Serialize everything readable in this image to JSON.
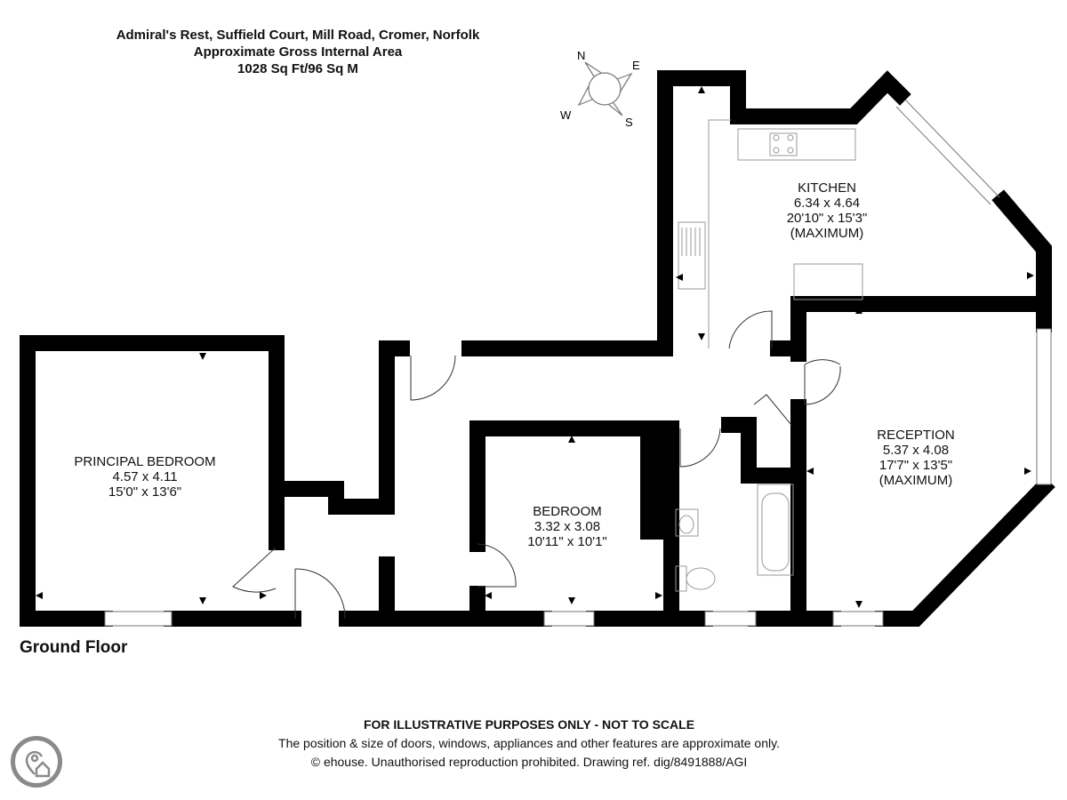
{
  "header": {
    "address": "Admiral's Rest, Suffield Court, Mill Road, Cromer, Norfolk",
    "area_label": "Approximate Gross Internal Area",
    "area_value": "1028 Sq Ft/96 Sq M"
  },
  "compass": {
    "n": "N",
    "e": "E",
    "s": "S",
    "w": "W"
  },
  "rooms": {
    "kitchen": {
      "name": "KITCHEN",
      "metric": "6.34 x 4.64",
      "imperial": "20'10\" x 15'3\"",
      "note": "(MAXIMUM)"
    },
    "reception": {
      "name": "RECEPTION",
      "metric": "5.37 x 4.08",
      "imperial": "17'7\" x 13'5\"",
      "note": "(MAXIMUM)"
    },
    "principal_bedroom": {
      "name": "PRINCIPAL BEDROOM",
      "metric": "4.57 x 4.11",
      "imperial": "15'0\" x 13'6\""
    },
    "bedroom": {
      "name": "BEDROOM",
      "metric": "3.32 x 3.08",
      "imperial": "10'11\" x 10'1\""
    }
  },
  "floor_label": "Ground Floor",
  "footer": {
    "disclaimer": "FOR ILLUSTRATIVE PURPOSES ONLY - NOT TO SCALE",
    "note": "The position & size of doors, windows, appliances and other features are approximate only.",
    "copyright": "© ehouse. Unauthorised reproduction prohibited. Drawing ref. dig/8491888/AGI"
  },
  "colors": {
    "wall": "#000000",
    "fixture": "#9a9a9a",
    "logo": "#8a8a8a"
  }
}
